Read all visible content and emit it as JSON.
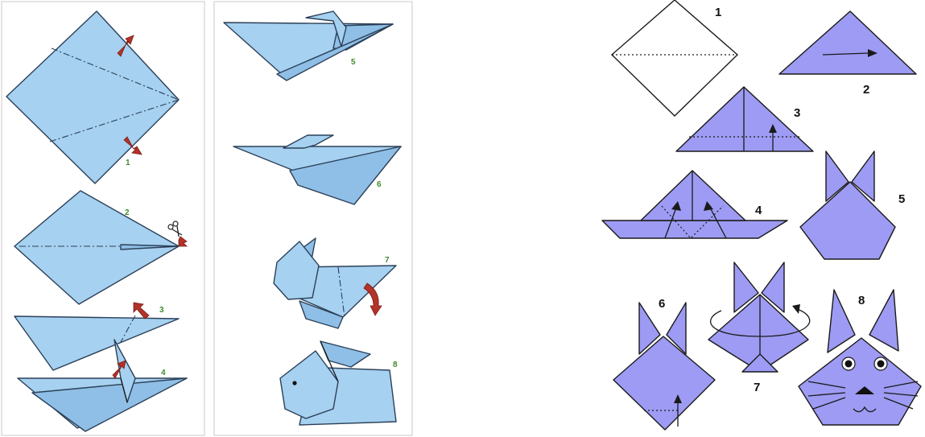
{
  "left_diagram": {
    "step_labels": [
      "1",
      "2",
      "3",
      "4",
      "5",
      "6",
      "7",
      "8"
    ]
  },
  "right_diagram": {
    "step_labels": [
      "1",
      "2",
      "3",
      "4",
      "5",
      "6",
      "7",
      "8"
    ]
  },
  "colors": {
    "left_paper": "#a6d1f0",
    "right_paper": "#9d9bf3",
    "arrow_red": "#b3322a",
    "left_number_green": "#3f8a2e"
  }
}
